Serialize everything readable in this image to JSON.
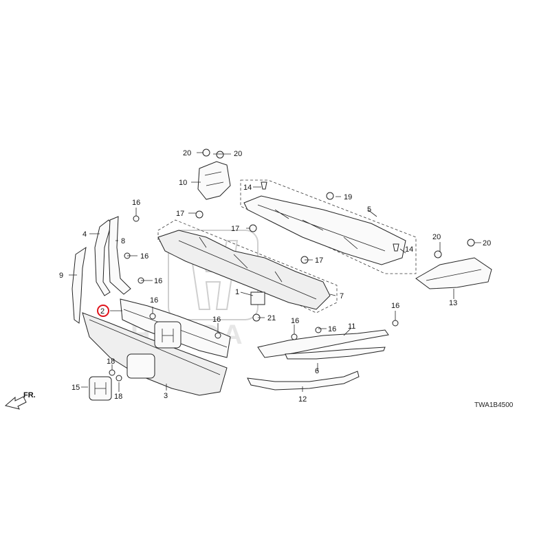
{
  "diagram": {
    "callouts": {
      "c2": "2",
      "c3": "3",
      "c4": "4",
      "c5": "5",
      "c6": "6",
      "c7": "7",
      "c8": "8",
      "c9": "9",
      "c10": "10",
      "c11": "11",
      "c12": "12",
      "c13": "13",
      "c14a": "14",
      "c14b": "14",
      "c15": "15",
      "c16a": "16",
      "c16b": "16",
      "c16c": "16",
      "c16d": "16",
      "c16e": "16",
      "c16f": "16",
      "c16g": "16",
      "c16h": "16",
      "c17a": "17",
      "c17b": "17",
      "c17c": "17",
      "c18a": "18",
      "c18b": "18",
      "c19": "19",
      "c20a": "20",
      "c20b": "20",
      "c20c": "20",
      "c20d": "20",
      "c21": "21",
      "c1": "1"
    },
    "highlighted_part": "2",
    "highlight_color": "#e0131b",
    "watermark_text": "HONDA",
    "direction_label": "FR.",
    "diagram_code": "TWA1B4500"
  }
}
